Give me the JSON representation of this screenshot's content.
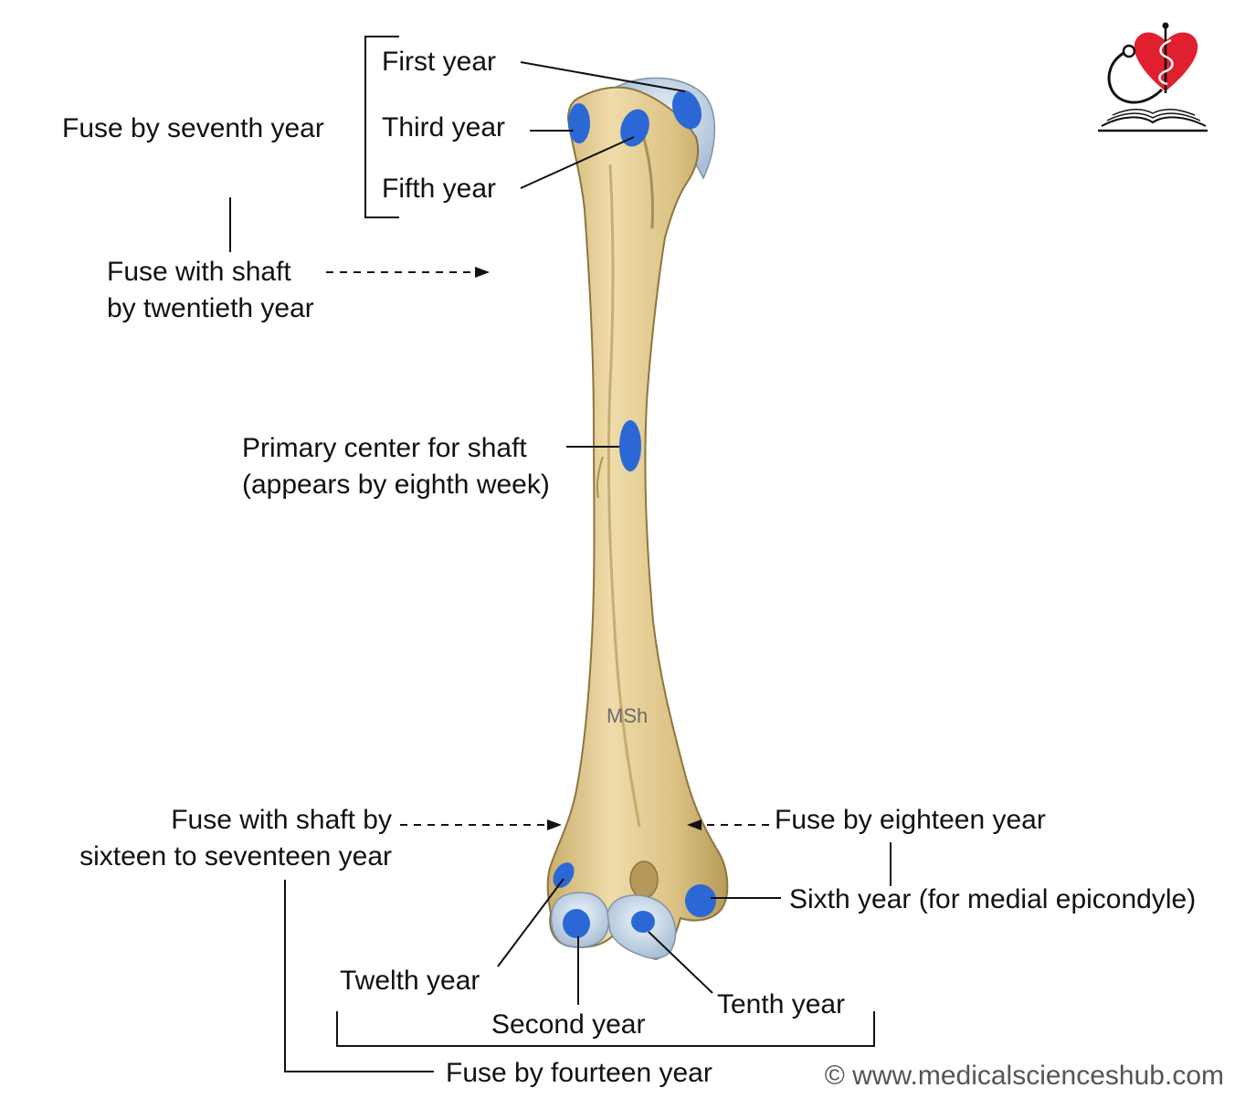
{
  "labels": {
    "fuse_seventh": "Fuse by seventh year",
    "first_year": "First year",
    "third_year": "Third year",
    "fifth_year": "Fifth year",
    "fuse_shaft_20_l1": "Fuse with shaft",
    "fuse_shaft_20_l2": "by twentieth year",
    "primary_l1": "Primary center for shaft",
    "primary_l2": "(appears by eighth week)",
    "watermark": "MSh",
    "fuse_shaft_16_l1": "Fuse with shaft by",
    "fuse_shaft_16_l2": "sixteen to seventeen year",
    "fuse_eighteen": "Fuse by eighteen year",
    "sixth_year": "Sixth year (for medial epicondyle)",
    "twelfth_year": "Twelth year",
    "second_year": "Second year",
    "tenth_year": "Tenth year",
    "fuse_fourteen": "Fuse by fourteen year",
    "copyright": "© www.medicalscienceshub.com"
  },
  "colors": {
    "bone": "#e3cd94",
    "bone_shadow": "#c2a565",
    "bone_highlight": "#f5e8c2",
    "ossification_center": "#2b68d6",
    "cartilage": "#c7d8ea",
    "logo_heart": "#e0202e"
  },
  "icons": {
    "logo": "stethoscope-heart-book-icon"
  }
}
